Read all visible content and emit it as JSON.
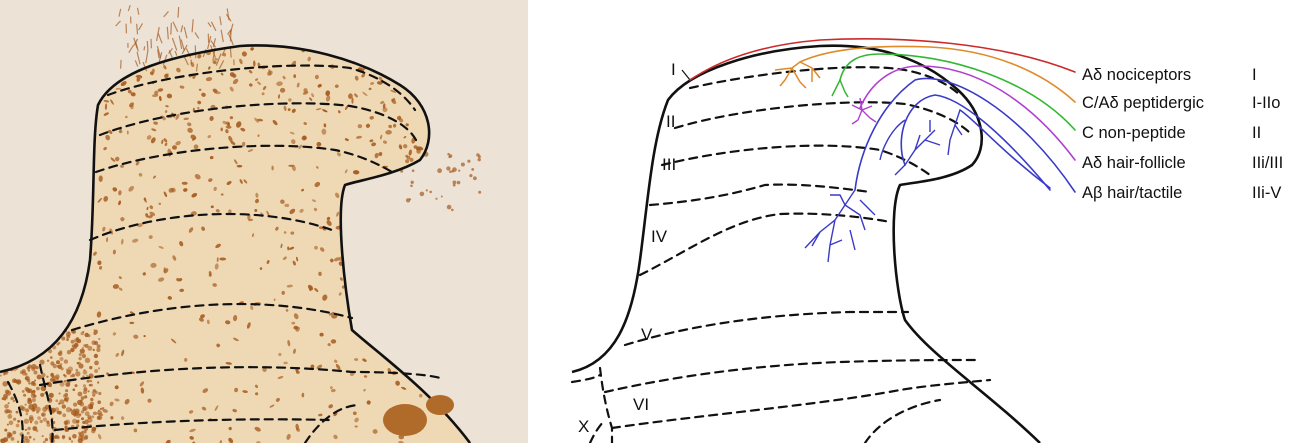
{
  "laminae": [
    "I",
    "II",
    "III",
    "IV",
    "V",
    "VI",
    "X"
  ],
  "legend": [
    {
      "fiber": "Aδ nociceptors",
      "termination": "I",
      "color": "#cc2a2a"
    },
    {
      "fiber": "C/Aδ peptidergic",
      "termination": "I-IIo",
      "color": "#e08a2a"
    },
    {
      "fiber": "C non-peptide",
      "termination": "II",
      "color": "#33b833"
    },
    {
      "fiber": "Aδ hair-follicle",
      "termination": "IIi/III",
      "color": "#b040d0"
    },
    {
      "fiber": "Aβ hair/tactile",
      "termination": "IIi-V",
      "color": "#3a3ac8"
    }
  ],
  "photo": {
    "stain_color": "#a55a1e",
    "background_color": "#f3ede4"
  }
}
